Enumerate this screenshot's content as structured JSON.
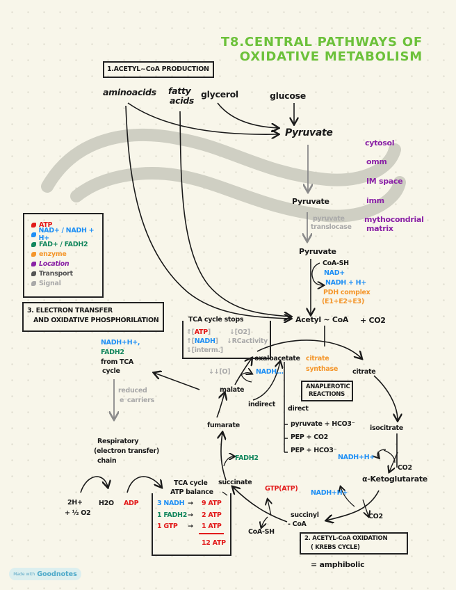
{
  "title": {
    "line1": "T8.CENTRAL PATHWAYS OF",
    "line2": "OXIDATIVE METABOLISM"
  },
  "colors": {
    "title": "#6cc13a",
    "atp": "#e21b1b",
    "nad": "#1e8ff5",
    "fad": "#14875e",
    "enzyme": "#f4962b",
    "location": "#8a22a6",
    "transport": "#555555",
    "signal": "#a9a9a9",
    "membrane": "#cfcfc3"
  },
  "sections": {
    "s1": "1.ACETYL~CoA PRODUCTION",
    "s2_line1": "2. ACETYL-CoA OXIDATION",
    "s2_line2": "( KREBS CYCLE)",
    "s3_line1": "3. ELECTRON TRANSFER",
    "s3_line2": "AND OXIDATIVE PHOSPHORILATION",
    "amphibolic": "= amphibolic"
  },
  "sources": {
    "aminoacids": "aminoacids",
    "fatty1": "fatty",
    "fatty2": "acids",
    "glycerol": "glycerol",
    "glucose": "glucose"
  },
  "pyruvate": {
    "cytosol": "Pyruvate",
    "ims": "Pyruvate",
    "matrix": "Pyruvate",
    "translocase1": "pyruvate",
    "translocase2": "translocase"
  },
  "locations": {
    "cytosol": "cytosol",
    "omm": "omm",
    "ims": "IM space",
    "imm": "imm",
    "matrix1": "mythocondrial",
    "matrix2": "matrix"
  },
  "pdh": {
    "coash": "CoA-SH",
    "nad": "NAD+",
    "nadh": "NADH + H+",
    "enzyme1": "PDH complex",
    "enzyme2": "(E1+E2+E3)",
    "acetylcoa": "Acetyl ~ CoA",
    "co2": "+ CO2"
  },
  "legend": [
    {
      "label": "ATP",
      "key": "atp"
    },
    {
      "label": "NAD+ / NADH + H+",
      "key": "nad"
    },
    {
      "label": "FAD+ / FADH2",
      "key": "fad"
    },
    {
      "label": "enzyme",
      "key": "enzyme"
    },
    {
      "label": "Location",
      "key": "location"
    },
    {
      "label": "Transport",
      "key": "transport"
    },
    {
      "label": "Signal",
      "key": "signal"
    }
  ],
  "tca_stops": {
    "title": "TCA cycle stops",
    "r1a_pre": "↑[",
    "r1a_val": "ATP",
    "r1a_post": "]",
    "r1b": "↓[O2]",
    "r2a_pre": "↑[",
    "r2a_val": "NADH",
    "r2a_post": "]",
    "r2b": "↓RCactivity",
    "r3": "↓[interm.]"
  },
  "electron": {
    "nadh": "NADH+H+,",
    "fadh2": "FADH2",
    "from1": "from TCA",
    "from2": "cycle",
    "reduced1": "reduced",
    "reduced2": "e⁻carriers",
    "resp1": "Respiratory",
    "resp2": "(electron transfer)",
    "resp3": "chain",
    "h1": "2H+",
    "h2": "+ ½ O2",
    "h2o": "H2O",
    "adp": "ADP"
  },
  "cycle": {
    "oxaloacetate": "oxaloacetate",
    "nadh_mal": "NADH...",
    "lowO": "↓↓[O]",
    "malate": "malate",
    "indirect": "indirect",
    "synthase1": "citrate",
    "synthase2": "synthase",
    "citrate": "citrate",
    "anaplerotic1": "ANAPLEROTIC",
    "anaplerotic2": "REACTIONS",
    "direct": "direct",
    "r1": "pyruvate + HCO3⁻",
    "r2": "PEP + CO2",
    "r3": "PEP + HCO3⁻",
    "isocitrate": "isocitrate",
    "nadh_iso": "NADH+H+",
    "co2_iso": "CO2",
    "akg": "α-Ketoglutarate",
    "fumarate": "fumarate",
    "fadh2": "FADH2",
    "succinate": "succinate",
    "gtp": "GTP(ATP)",
    "nadh_akg": "NADH+H+",
    "co2_akg": "CO2",
    "succinyl1": "succinyl",
    "succinyl2": "- CoA",
    "coash": "CoA-SH"
  },
  "balance": {
    "title1": "TCA cycle",
    "title2": "ATP balance",
    "rows": [
      {
        "left": "3 NADH",
        "right": "9 ATP",
        "key": "nad"
      },
      {
        "left": "1 FADH2",
        "right": "2 ATP",
        "key": "fad"
      },
      {
        "left": "1 GTP",
        "right": "1 ATP",
        "key": "atp"
      }
    ],
    "total": "12 ATP"
  },
  "watermark": {
    "made": "Made with",
    "brand": "Goodnotes"
  }
}
